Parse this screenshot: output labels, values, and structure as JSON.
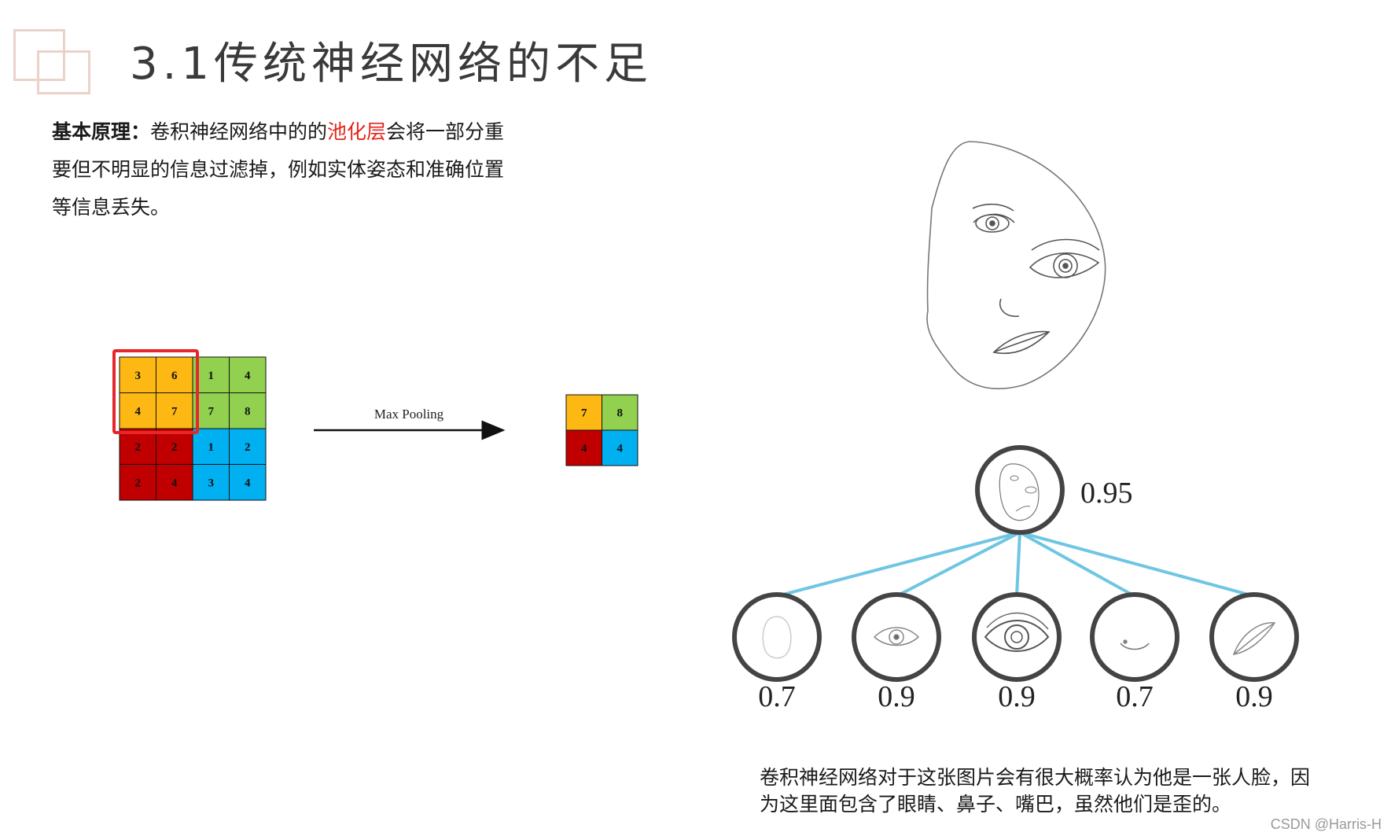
{
  "title": "3.1传统神经网络的不足",
  "principle": {
    "label": "基本原理：",
    "text_before": "卷积神经网络中的的",
    "highlight": "池化层",
    "text_after": "会将一部分重要但不明显的信息过滤掉，例如实体姿态和准确位置等信息丢失。"
  },
  "pooling": {
    "input_grid": [
      [
        3,
        6,
        1,
        4
      ],
      [
        4,
        7,
        7,
        8
      ],
      [
        2,
        2,
        1,
        2
      ],
      [
        2,
        4,
        3,
        4
      ]
    ],
    "output_grid": [
      [
        7,
        8
      ],
      [
        4,
        4
      ]
    ],
    "operation_label": "Max Pooling",
    "colors": {
      "top_left": "#fdb813",
      "top_right": "#92d050",
      "bottom_left": "#c00000",
      "bottom_right": "#00b0f0",
      "highlight_box": "#e8262a"
    }
  },
  "tree": {
    "root_score": "0.95",
    "parts": [
      {
        "icon": "face-outline-icon",
        "score": "0.7"
      },
      {
        "icon": "small-eye-icon",
        "score": "0.9"
      },
      {
        "icon": "large-eye-icon",
        "score": "0.9"
      },
      {
        "icon": "nose-icon",
        "score": "0.7"
      },
      {
        "icon": "lips-icon",
        "score": "0.9"
      }
    ],
    "link_color": "#6ec6e3"
  },
  "caption": "卷积神经网络对于这张图片会有很大概率认为他是一张人脸，因为这里面包含了眼睛、鼻子、嘴巴，虽然他们是歪的。",
  "watermark": "CSDN @Harris-H"
}
